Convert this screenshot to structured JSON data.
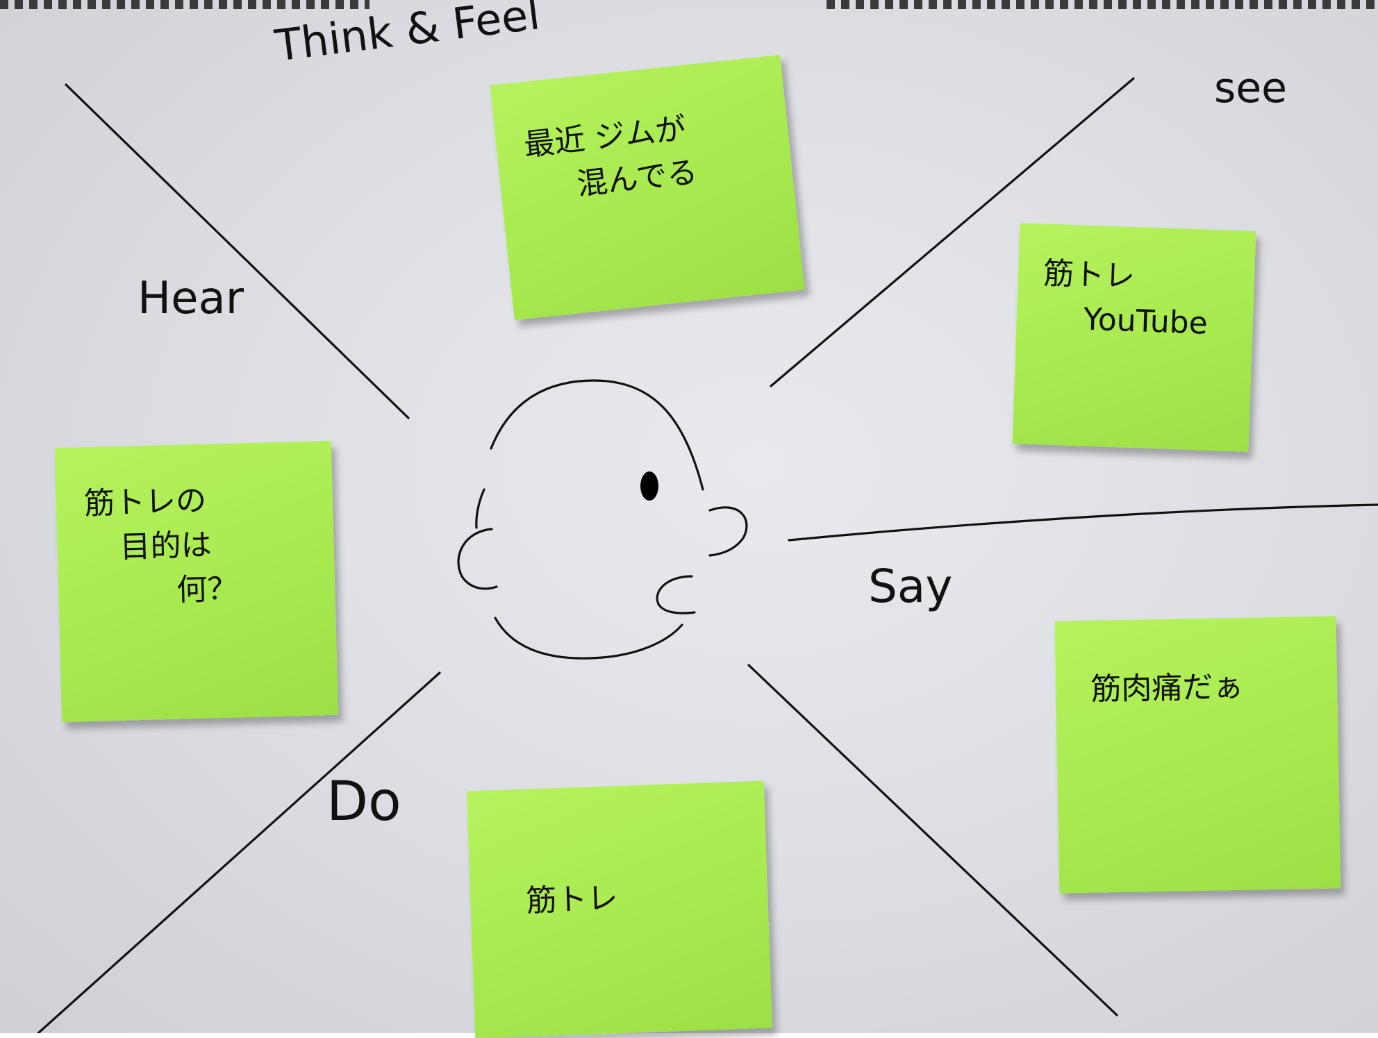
{
  "sections": {
    "think_feel": "Think & Feel",
    "see": "see",
    "hear": "Hear",
    "say": "Say",
    "do": "Do"
  },
  "notes": {
    "think": [
      "最近 ジムが",
      "混んでる"
    ],
    "see": [
      "筋トレ",
      "YouTube"
    ],
    "hear": [
      "筋トレの",
      "目的は",
      "何？"
    ],
    "say": [
      "筋肉痛だぁ"
    ],
    "do": [
      "筋トレ"
    ]
  },
  "colors": {
    "board": "#dcdde2",
    "note": "#a7ea4f",
    "ink": "#111111"
  }
}
